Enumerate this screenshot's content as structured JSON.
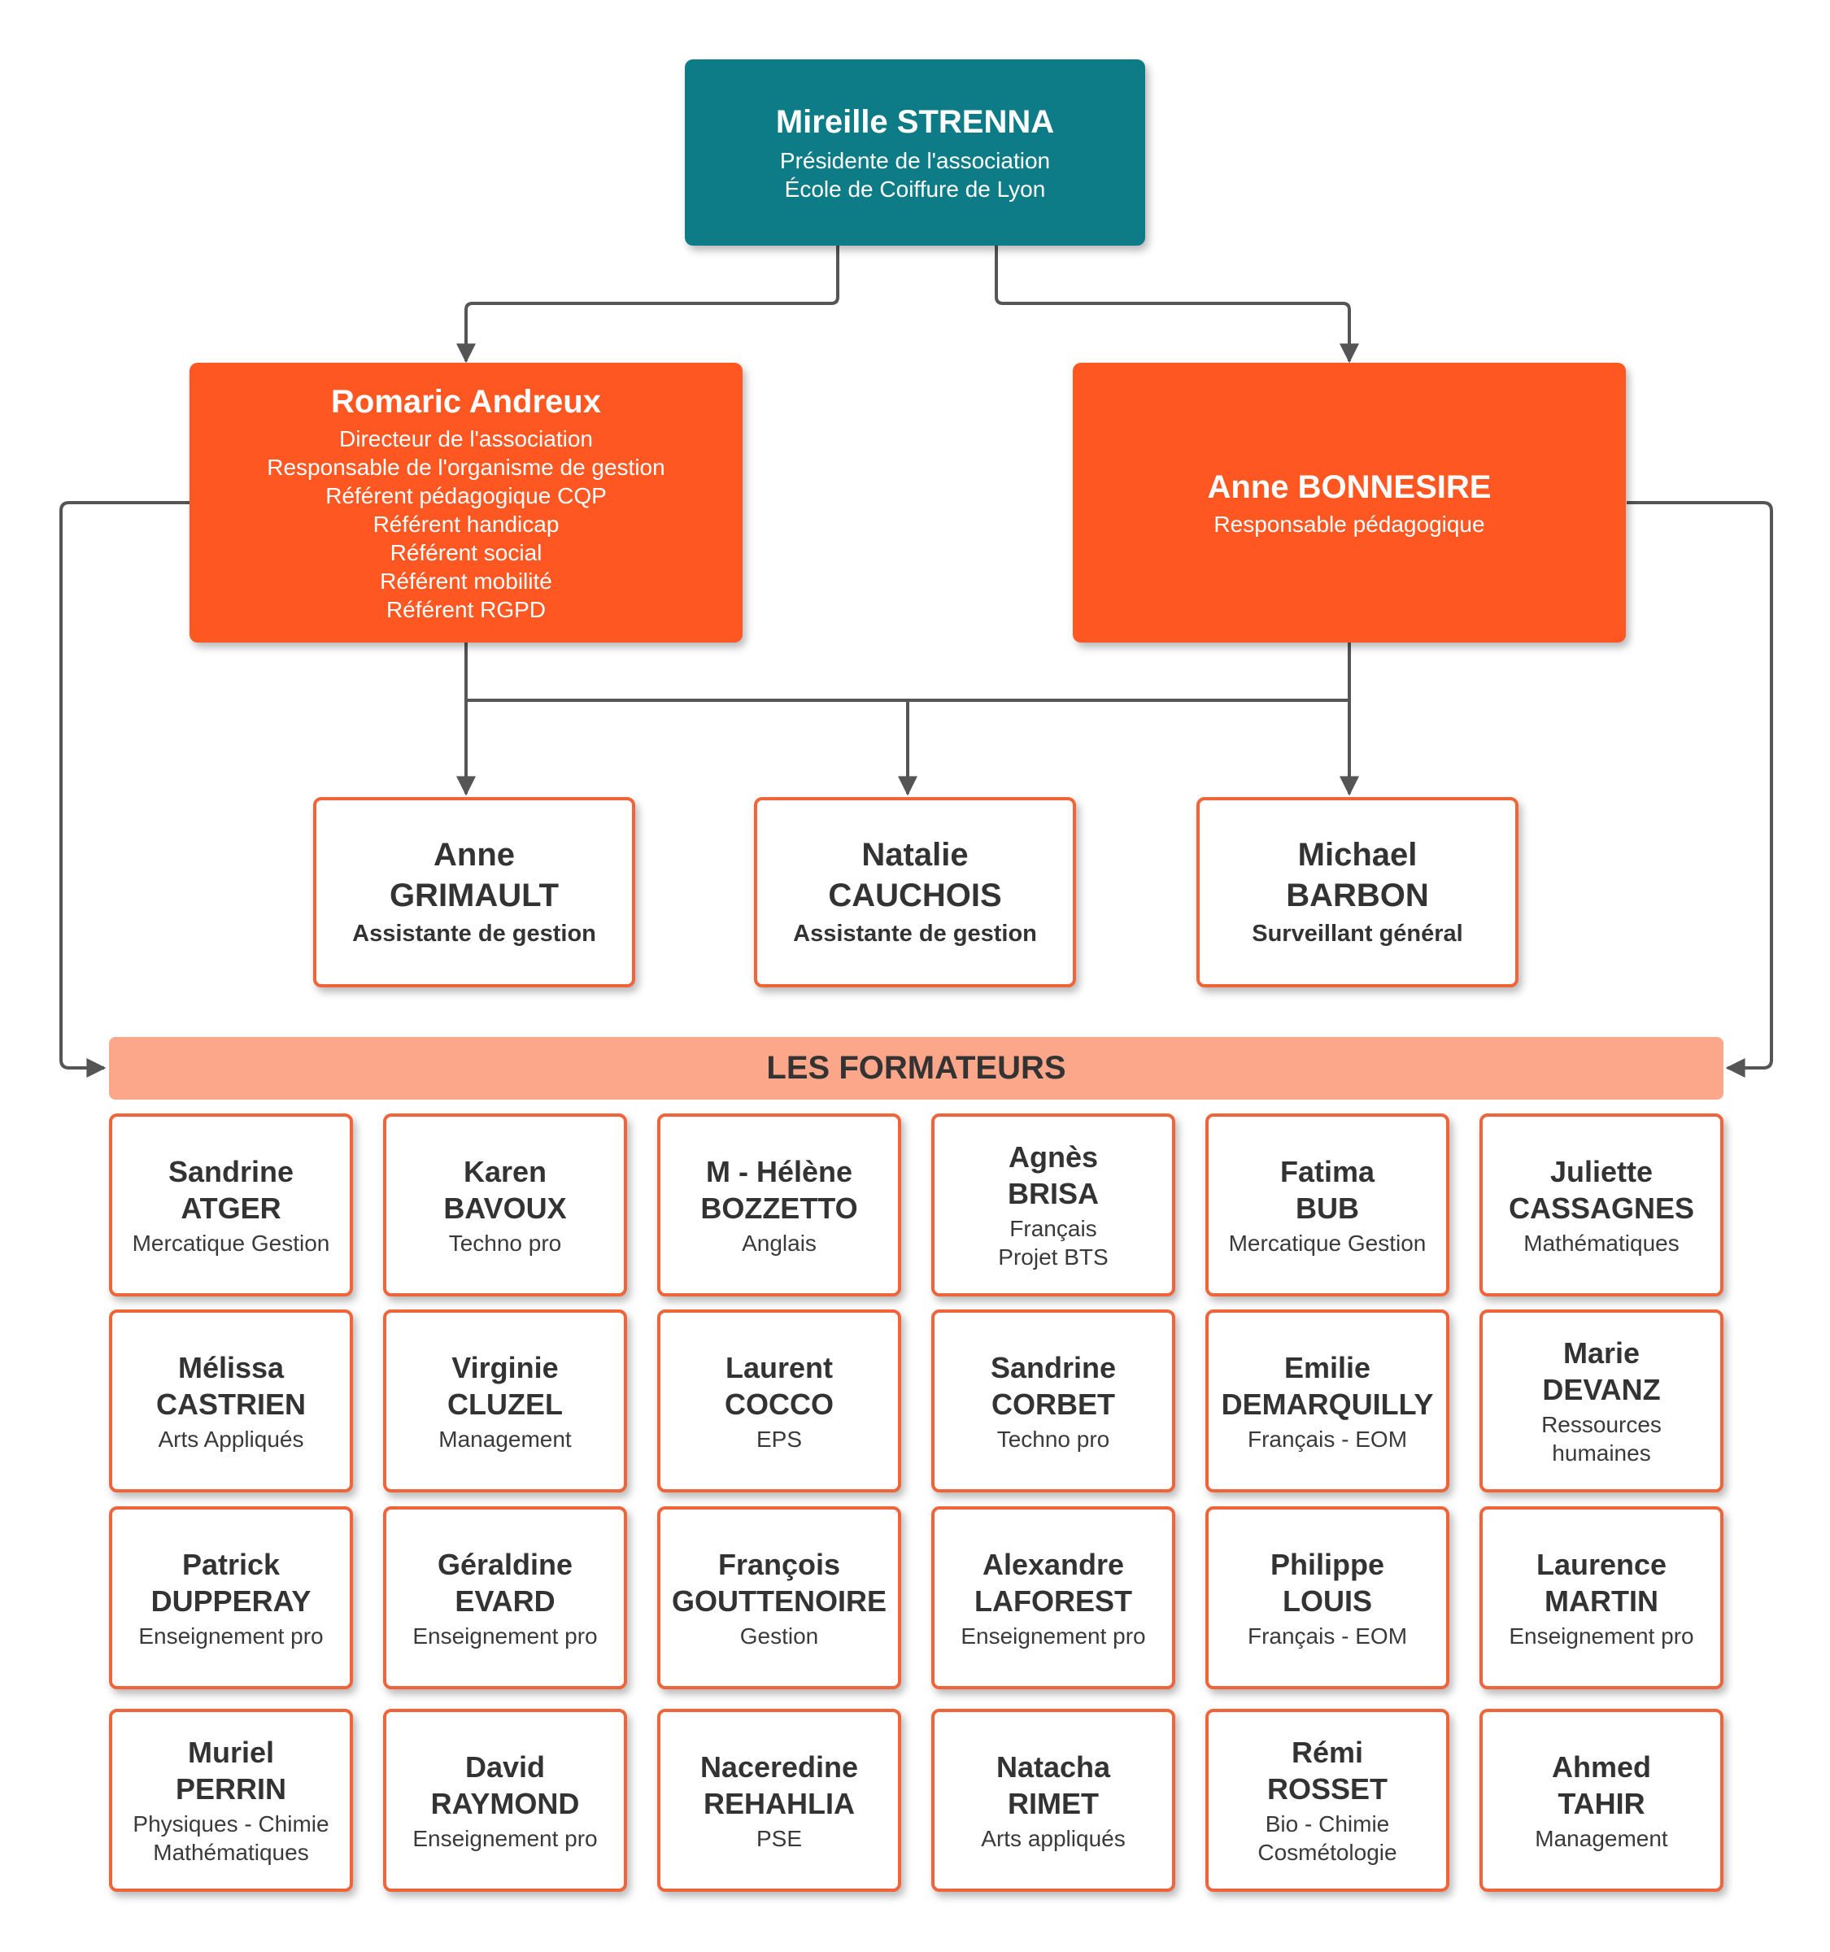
{
  "president": {
    "name": "Mireille STRENNA",
    "lines": [
      "Présidente de l'association",
      "École de Coiffure de Lyon"
    ]
  },
  "director": {
    "name": "Romaric Andreux",
    "lines": [
      "Directeur de l'association",
      "Responsable de l'organisme de gestion",
      "Référent pédagogique CQP",
      "Référent handicap",
      "Référent social",
      "Référent mobilité",
      "Référent RGPD"
    ]
  },
  "pedagogy_lead": {
    "name": "Anne BONNESIRE",
    "lines": [
      "Responsable pédagogique"
    ]
  },
  "staff": [
    {
      "first": "Anne",
      "last": "GRIMAULT",
      "role": "Assistante de gestion"
    },
    {
      "first": "Natalie",
      "last": "CAUCHOIS",
      "role": "Assistante de gestion"
    },
    {
      "first": "Michael",
      "last": "BARBON",
      "role": "Surveillant général"
    }
  ],
  "trainers_heading": "LES FORMATEURS",
  "trainers": [
    {
      "first": "Sandrine",
      "last": "ATGER",
      "subject": [
        "Mercatique Gestion"
      ]
    },
    {
      "first": "Karen",
      "last": "BAVOUX",
      "subject": [
        "Techno  pro"
      ]
    },
    {
      "first": "M - Hélène",
      "last": "BOZZETTO",
      "subject": [
        "Anglais"
      ]
    },
    {
      "first": "Agnès",
      "last": "BRISA",
      "subject": [
        "Français",
        "Projet BTS"
      ]
    },
    {
      "first": "Fatima",
      "last": "BUB",
      "subject": [
        "Mercatique Gestion"
      ]
    },
    {
      "first": "Juliette",
      "last": "CASSAGNES",
      "subject": [
        "Mathématiques"
      ]
    },
    {
      "first": "Mélissa",
      "last": "CASTRIEN",
      "subject": [
        "Arts Appliqués"
      ]
    },
    {
      "first": "Virginie",
      "last": "CLUZEL",
      "subject": [
        "Management"
      ]
    },
    {
      "first": "Laurent",
      "last": "COCCO",
      "subject": [
        "EPS"
      ]
    },
    {
      "first": "Sandrine",
      "last": "CORBET",
      "subject": [
        "Techno  pro"
      ]
    },
    {
      "first": "Emilie",
      "last": "DEMARQUILLY",
      "subject": [
        "Français - EOM"
      ]
    },
    {
      "first": "Marie",
      "last": "DEVANZ",
      "subject": [
        "Ressources",
        "humaines"
      ]
    },
    {
      "first": "Patrick",
      "last": "DUPPERAY",
      "subject": [
        "Enseignement pro"
      ]
    },
    {
      "first": "Géraldine",
      "last": "EVARD",
      "subject": [
        "Enseignement pro"
      ]
    },
    {
      "first": "François",
      "last": "GOUTTENOIRE",
      "subject": [
        "Gestion"
      ]
    },
    {
      "first": "Alexandre",
      "last": "LAFOREST",
      "subject": [
        "Enseignement pro"
      ]
    },
    {
      "first": "Philippe",
      "last": "LOUIS",
      "subject": [
        "Français - EOM"
      ]
    },
    {
      "first": "Laurence",
      "last": "MARTIN",
      "subject": [
        "Enseignement pro"
      ]
    },
    {
      "first": "Muriel",
      "last": "PERRIN",
      "subject": [
        "Physiques - Chimie",
        "Mathématiques"
      ]
    },
    {
      "first": "David",
      "last": "RAYMOND",
      "subject": [
        "Enseignement pro"
      ]
    },
    {
      "first": "Naceredine",
      "last": "REHAHLIA",
      "subject": [
        "PSE"
      ]
    },
    {
      "first": "Natacha",
      "last": "RIMET",
      "subject": [
        "Arts appliqués"
      ]
    },
    {
      "first": "Rémi",
      "last": "ROSSET",
      "subject": [
        "Bio - Chimie",
        "Cosmétologie"
      ]
    },
    {
      "first": "Ahmed",
      "last": "TAHIR",
      "subject": [
        "Management"
      ]
    }
  ],
  "colors": {
    "president": "#0e7c86",
    "leaders": "#ff5722",
    "card_border": "#f0643a",
    "banner": "#fca68a",
    "connector": "#555555"
  }
}
